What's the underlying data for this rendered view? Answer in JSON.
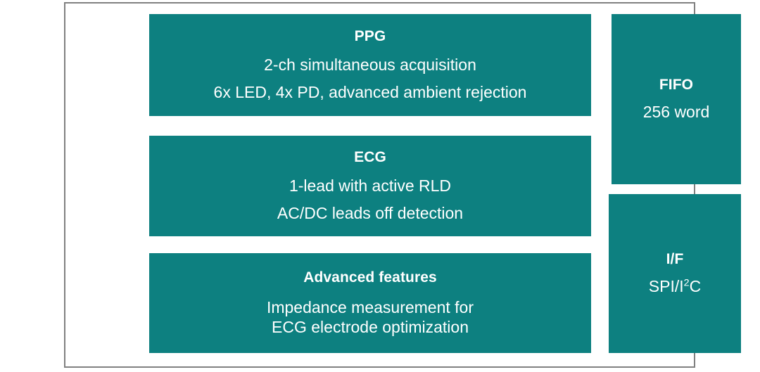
{
  "theme": {
    "block_fill": "#0d8080",
    "text_color": "#ffffff",
    "frame_border": "#808080",
    "background": "#ffffff"
  },
  "diagram": {
    "type": "block-diagram",
    "left_column": [
      {
        "id": "ppg",
        "title": "PPG",
        "lines": [
          "2-ch simultaneous acquisition",
          "6x LED, 4x PD, advanced ambient rejection"
        ]
      },
      {
        "id": "ecg",
        "title": "ECG",
        "lines": [
          "1-lead with active RLD",
          "AC/DC leads off detection"
        ]
      },
      {
        "id": "advanced",
        "title": "Advanced features",
        "lines": [
          "Impedance measurement for",
          "ECG electrode optimization"
        ]
      }
    ],
    "right_column": [
      {
        "id": "fifo",
        "title": "FIFO",
        "lines": [
          "256 word"
        ]
      },
      {
        "id": "interface",
        "title": "I/F",
        "lines": [
          "SPI/I2C"
        ],
        "line_html_note": "SPI/I2C rendered with superscript 2",
        "line_base": "SPI/I",
        "line_sup": "2",
        "line_tail": "C"
      }
    ]
  }
}
